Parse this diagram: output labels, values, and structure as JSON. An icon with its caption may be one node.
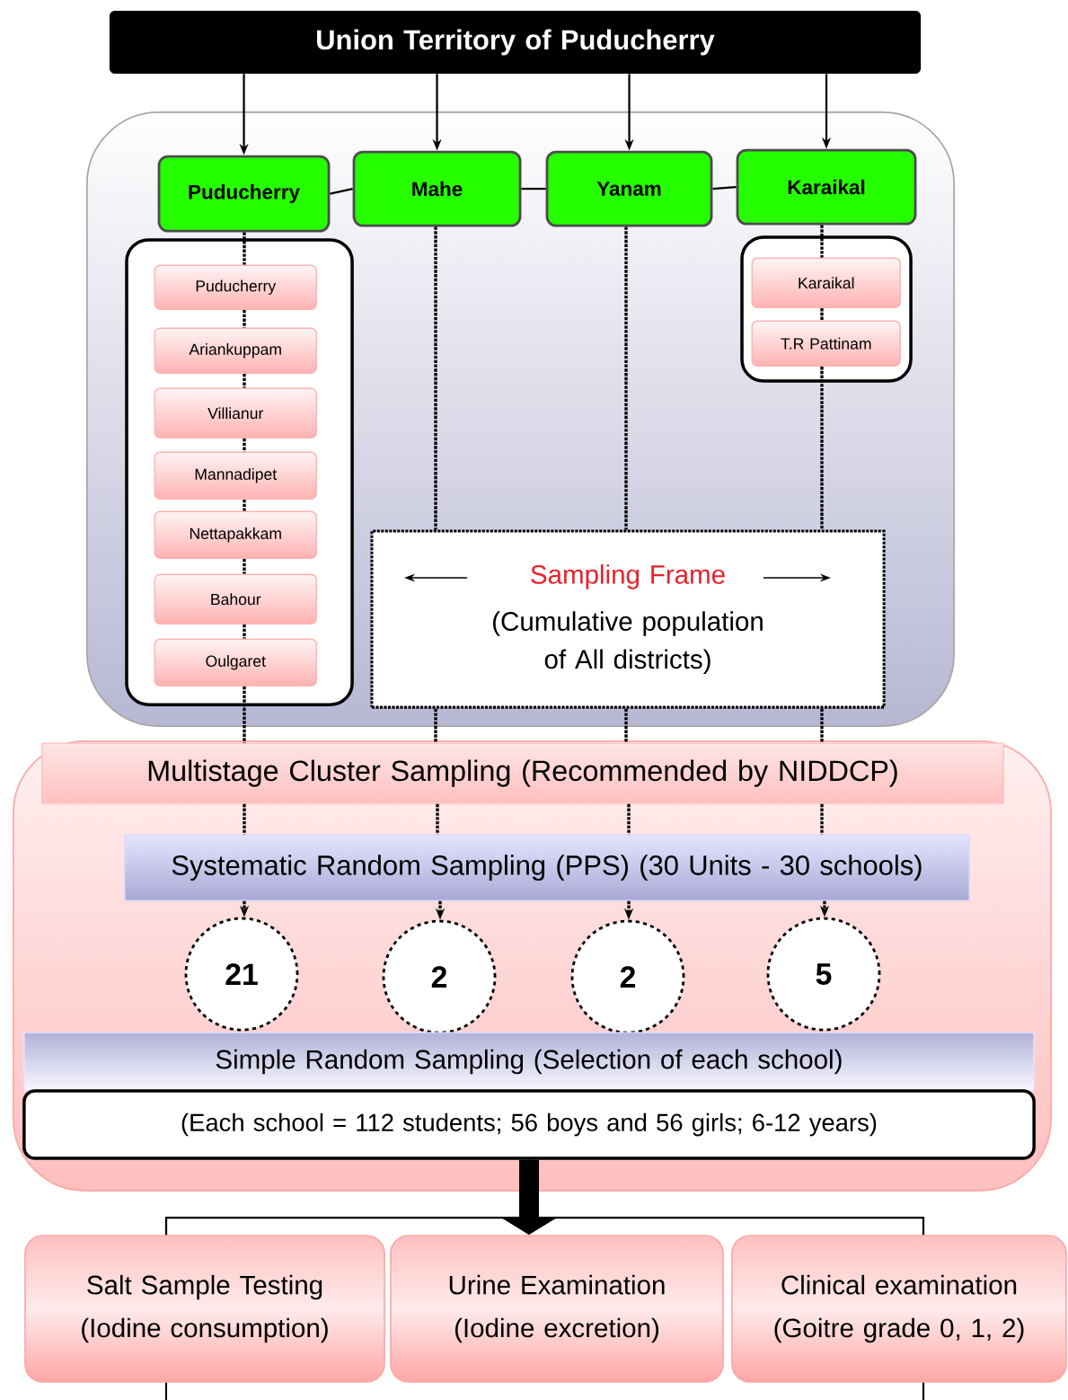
{
  "diagram": {
    "nodes": [
      {
        "text": [
          "Union Territory of Puducherry"
        ]
      },
      {
        "text": [],
        "shape": "box"
      },
      {
        "text": [
          "Puducherry"
        ],
        "in": 1
      },
      {
        "text": [
          "Mahe"
        ],
        "in": 1
      },
      {
        "text": [
          "Yanam"
        ],
        "in": 1
      },
      {
        "text": [
          "Karaikal"
        ],
        "in": 1
      },
      {
        "text": [],
        "shape": "box",
        "in": 1
      },
      {
        "text": [
          "Puducherry"
        ],
        "in": 6
      },
      {
        "text": [
          "Ariankuppam"
        ],
        "in": 6
      },
      {
        "text": [
          "Villianur"
        ],
        "in": 6
      },
      {
        "text": [
          "Mannadipet"
        ],
        "in": 6
      },
      {
        "text": [
          "Nettapakkam"
        ],
        "in": 6
      },
      {
        "text": [
          "Bahour"
        ],
        "in": 6
      },
      {
        "text": [
          "Oulgaret"
        ],
        "in": 6
      },
      {
        "text": [],
        "shape": "box",
        "in": 1
      },
      {
        "text": [
          "Karaikal"
        ],
        "in": 14
      },
      {
        "text": [
          "T.R Pattinam"
        ],
        "in": 14
      },
      {
        "text": [
          "Sampling Frame",
          "(Cumulative population of All districts)"
        ],
        "in": 1
      },
      {
        "text": [],
        "shape": "box"
      },
      {
        "text": [
          "Multistage Cluster Sampling (Recommended by NIDDCP)"
        ],
        "in": 18
      },
      {
        "text": [
          "Systematic Random Sampling (PPS) (30 Units - 30 schools)"
        ],
        "in": 18
      },
      {
        "text": [
          "21"
        ],
        "in": 18
      },
      {
        "text": [
          "2"
        ],
        "in": 18
      },
      {
        "text": [
          "2"
        ],
        "in": 18
      },
      {
        "text": [
          "5"
        ],
        "in": 18
      },
      {
        "text": [
          "Simple Random Sampling (Selection of each school)"
        ],
        "in": 18
      },
      {
        "text": [
          "(Each school = 112 students; 56 boys and 56 girls; 6-12 years)"
        ],
        "in": 18
      },
      {
        "text": [
          "Salt Sample Testing",
          "(Iodine consumption)"
        ]
      },
      {
        "text": [
          "Urine Examination",
          "(Iodine excretion)"
        ]
      },
      {
        "text": [
          "Clinical examination",
          "(Goitre grade 0, 1, 2)"
        ]
      }
    ],
    "edges": [
      {
        "from": 0,
        "to": 2,
        "arrow": "to"
      },
      {
        "from": 0,
        "to": 3,
        "arrow": "to"
      },
      {
        "from": 0,
        "to": 4,
        "arrow": "to"
      },
      {
        "from": 0,
        "to": 5,
        "arrow": "to"
      },
      {
        "from": 2,
        "to": 3,
        "arrow": "none"
      },
      {
        "from": 3,
        "to": 4,
        "arrow": "none"
      },
      {
        "from": 4,
        "to": 5,
        "arrow": "none"
      },
      {
        "from": 2,
        "to": 7,
        "arrow": "none",
        "style": "dashed"
      },
      {
        "from": 7,
        "to": 8,
        "arrow": "none",
        "style": "dashed"
      },
      {
        "from": 8,
        "to": 9,
        "arrow": "none",
        "style": "dashed"
      },
      {
        "from": 9,
        "to": 10,
        "arrow": "none",
        "style": "dashed"
      },
      {
        "from": 10,
        "to": 11,
        "arrow": "none",
        "style": "dashed"
      },
      {
        "from": 11,
        "to": 12,
        "arrow": "none",
        "style": "dashed"
      },
      {
        "from": 12,
        "to": 13,
        "arrow": "none",
        "style": "dashed"
      },
      {
        "from": 13,
        "to": 19,
        "arrow": "none",
        "style": "dashed"
      },
      {
        "from": 3,
        "to": 17,
        "arrow": "none",
        "style": "dashed"
      },
      {
        "from": 4,
        "to": 17,
        "arrow": "none",
        "style": "dashed"
      },
      {
        "from": 5,
        "to": 15,
        "arrow": "none",
        "style": "dashed"
      },
      {
        "from": 15,
        "to": 16,
        "arrow": "none",
        "style": "dashed"
      },
      {
        "from": 16,
        "to": 17,
        "arrow": "none",
        "style": "dashed"
      },
      {
        "from": 17,
        "to": 19,
        "arrow": "none",
        "style": "dashed"
      },
      {
        "from": 17,
        "to": 19,
        "arrow": "none",
        "style": "dashed"
      },
      {
        "from": 17,
        "to": 19,
        "arrow": "none",
        "style": "dashed"
      },
      {
        "from": 19,
        "to": 20,
        "arrow": "none",
        "style": "dashed"
      },
      {
        "from": 19,
        "to": 20,
        "arrow": "none",
        "style": "dashed"
      },
      {
        "from": 19,
        "to": 20,
        "arrow": "none",
        "style": "dashed"
      },
      {
        "from": 19,
        "to": 20,
        "arrow": "none",
        "style": "dashed"
      },
      {
        "from": 20,
        "to": 21,
        "arrow": "to",
        "style": "dashed"
      },
      {
        "from": 20,
        "to": 22,
        "arrow": "to",
        "style": "dashed"
      },
      {
        "from": 20,
        "to": 23,
        "arrow": "to",
        "style": "dashed"
      },
      {
        "from": 20,
        "to": 24,
        "arrow": "to",
        "style": "dashed"
      },
      {
        "from": 26,
        "to": 27,
        "arrow": "none"
      },
      {
        "from": 26,
        "to": 29,
        "arrow": "none"
      },
      {
        "from": 26,
        "to": 28,
        "arrow": "to",
        "style": "thick"
      },
      {
        "from": 27,
        "to": null,
        "arrow": "none"
      },
      {
        "from": 29,
        "to": null,
        "arrow": "none"
      }
    ]
  }
}
